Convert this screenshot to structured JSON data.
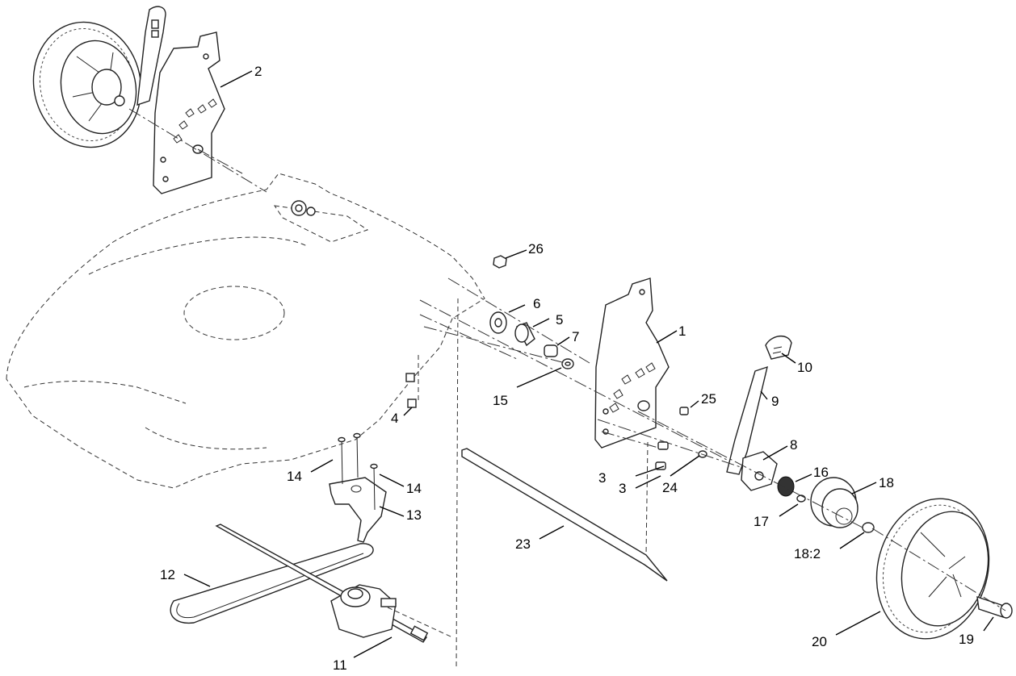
{
  "callouts": {
    "c1": "1",
    "c2": "2",
    "c3a": "3",
    "c3b": "3",
    "c4": "4",
    "c5": "5",
    "c6": "6",
    "c7": "7",
    "c8": "8",
    "c9": "9",
    "c10": "10",
    "c11": "11",
    "c12": "12",
    "c13": "13",
    "c14a": "14",
    "c14b": "14",
    "c15": "15",
    "c16": "16",
    "c17": "17",
    "c18": "18",
    "c18_2": "18:2",
    "c19": "19",
    "c20": "20",
    "c23": "23",
    "c24": "24",
    "c25": "25",
    "c26": "26"
  }
}
